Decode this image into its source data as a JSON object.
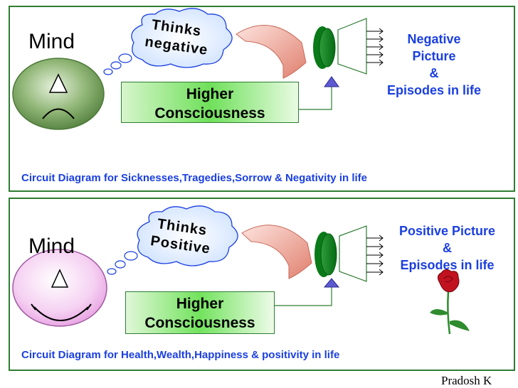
{
  "top_panel": {
    "mind_label": "Mind",
    "thought_line1": "Thinks",
    "thought_line2": "negative",
    "consciousness_line1": "Higher",
    "consciousness_line2": "Consciousness",
    "output_line1": "Negative",
    "output_line2": "Picture",
    "output_line3": "&",
    "output_line4": "Episodes in life",
    "caption": "Circuit Diagram for Sicknesses,Tragedies,Sorrow & Negativity in life"
  },
  "bottom_panel": {
    "mind_label": "Mind",
    "thought_line1": "Thinks",
    "thought_line2": "Positive",
    "consciousness_line1": "Higher",
    "consciousness_line2": "Consciousness",
    "output_line1": "Positive Picture",
    "output_line2": "&",
    "output_line3": "Episodes in life",
    "caption": "Circuit Diagram for Health,Wealth,Happiness & positivity in life"
  },
  "author": "Pradosh K",
  "colors": {
    "border": "#2e7d32",
    "text_blue": "#1a3fe0",
    "lens_green": "#0b8a1c",
    "sad_face": "#6f9a55",
    "happy_face": "#f3c6f0"
  }
}
